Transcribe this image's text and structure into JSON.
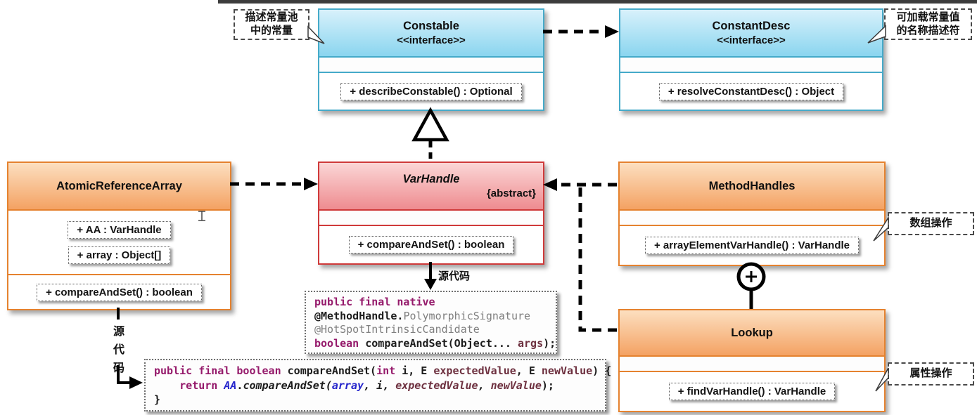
{
  "diagram": {
    "classes": {
      "constable": {
        "name": "Constable",
        "stereotype": "<<interface>>",
        "methods": [
          "+ describeConstable() : Optional"
        ]
      },
      "constantdesc": {
        "name": "ConstantDesc",
        "stereotype": "<<interface>>",
        "methods": [
          "+ resolveConstantDesc() : Object"
        ]
      },
      "varhandle": {
        "name": "VarHandle",
        "modifier": "{abstract}",
        "methods": [
          "+ compareAndSet() : boolean"
        ]
      },
      "atomicreferencearray": {
        "name": "AtomicReferenceArray",
        "fields": [
          "+ AA : VarHandle",
          "+ array : Object[]"
        ],
        "methods": [
          "+ compareAndSet() : boolean"
        ]
      },
      "methodhandles": {
        "name": "MethodHandles",
        "methods": [
          "+ arrayElementVarHandle() : VarHandle"
        ]
      },
      "lookup": {
        "name": "Lookup",
        "methods": [
          "+ findVarHandle() : VarHandle"
        ]
      }
    },
    "annotations": {
      "constable_note": {
        "line1": "描述常量池",
        "line2": "中的常量"
      },
      "constantdesc_note": {
        "line1": "可加载常量值",
        "line2": "的名称描述符"
      },
      "array_op_note": "数组操作",
      "field_op_note": "属性操作"
    },
    "labels": {
      "source_code_horizontal": "源代码",
      "source_code_vertical": [
        "源",
        "代",
        "码"
      ]
    },
    "code_blocks": {
      "varhandle_native": [
        [
          {
            "t": "public final native",
            "c": "kw"
          }
        ],
        [
          {
            "t": "@MethodHandle",
            "c": "plainb"
          },
          {
            "t": ".",
            "c": "plainb"
          },
          {
            "t": "PolymorphicSignature",
            "c": "gray"
          }
        ],
        [
          {
            "t": "@HotSpotIntrinsicCandidate",
            "c": "gray"
          }
        ],
        [
          {
            "t": "boolean",
            "c": "kw"
          },
          {
            "t": " compareAndSet(Object... ",
            "c": "plainb"
          },
          {
            "t": "args",
            "c": "maroon"
          },
          {
            "t": ");",
            "c": "plainb"
          }
        ]
      ],
      "ara_impl": [
        [
          {
            "t": "public final boolean",
            "c": "kw"
          },
          {
            "t": " compareAndSet(",
            "c": "plainb"
          },
          {
            "t": "int",
            "c": "kw"
          },
          {
            "t": " i, E ",
            "c": "plainb"
          },
          {
            "t": "expectedValue",
            "c": "maroon"
          },
          {
            "t": ", E ",
            "c": "plainb"
          },
          {
            "t": "newValue",
            "c": "maroon"
          },
          {
            "t": ") {",
            "c": "plainb"
          }
        ],
        [
          {
            "t": "    ",
            "c": "plainb"
          },
          {
            "t": "return",
            "c": "kw"
          },
          {
            "t": " ",
            "c": "plainb"
          },
          {
            "t": "AA",
            "c": "bluei"
          },
          {
            "t": ".",
            "c": "plainb"
          },
          {
            "t": "compareAndSet(",
            "c": "plainbi"
          },
          {
            "t": "array",
            "c": "bluei"
          },
          {
            "t": ", i, ",
            "c": "plainbi"
          },
          {
            "t": "expectedValue",
            "c": "marooni"
          },
          {
            "t": ", ",
            "c": "plainbi"
          },
          {
            "t": "newValue",
            "c": "marooni"
          },
          {
            "t": ");",
            "c": "plainb"
          }
        ],
        [
          {
            "t": "}",
            "c": "plainb"
          }
        ]
      ]
    },
    "colors": {
      "interface_border": "#45aac9",
      "interface_header_top": "#d8f1fb",
      "interface_header_bottom": "#8ad5ef",
      "class_border": "#e5822f",
      "class_header_top": "#fcdfc0",
      "class_header_bottom": "#f4a263",
      "abstract_border": "#cf3a3a",
      "abstract_header_top": "#fbd6d6",
      "abstract_header_bottom": "#ee8c90",
      "code_keyword": "#951a6b",
      "code_annotation_gray": "#7f7f7f",
      "code_param_maroon": "#6e3140",
      "code_field_blue": "#2626cc"
    }
  }
}
